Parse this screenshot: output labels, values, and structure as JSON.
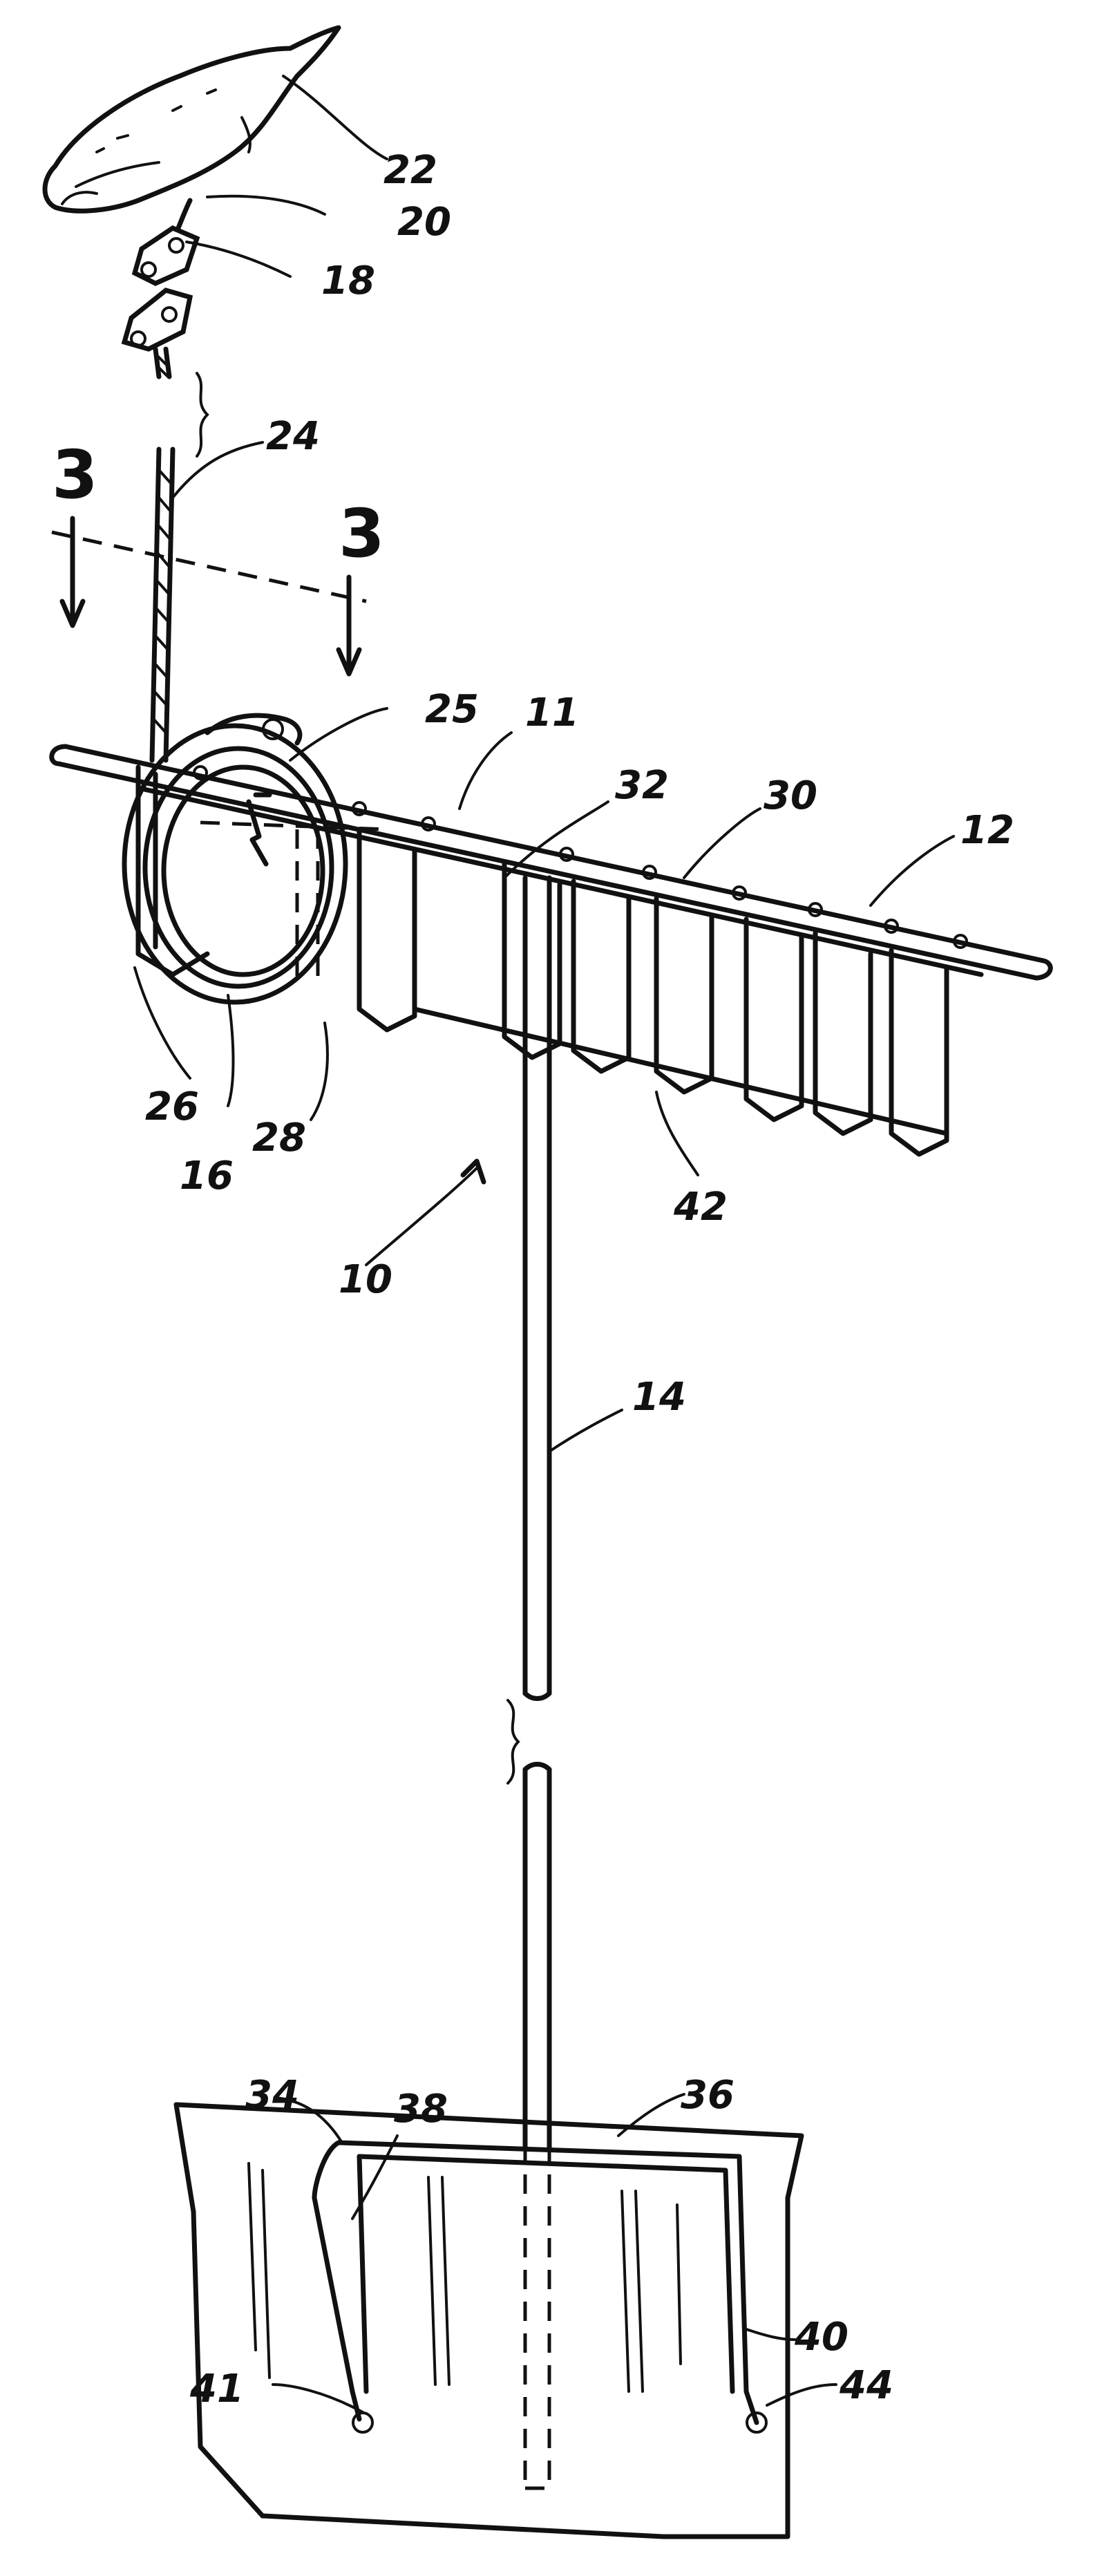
{
  "figure": {
    "reference_numerals": {
      "n22": "22",
      "n20": "20",
      "n18": "18",
      "n24": "24",
      "n25": "25",
      "n11": "11",
      "n32": "32",
      "n30": "30",
      "n12": "12",
      "n26": "26",
      "n16": "16",
      "n28": "28",
      "n42": "42",
      "n10": "10",
      "n14": "14",
      "n34": "34",
      "n38": "38",
      "n36": "36",
      "n40": "40",
      "n41": "41",
      "n44": "44"
    },
    "section_marks": {
      "left": "3",
      "right": "3"
    }
  }
}
